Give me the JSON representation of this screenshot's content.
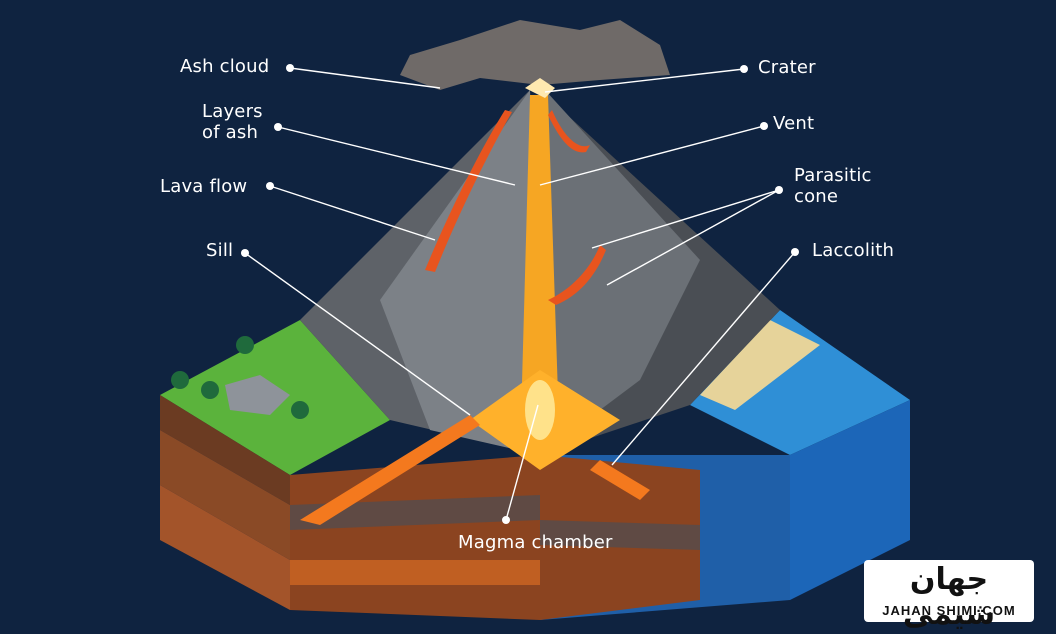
{
  "labels": {
    "ash_cloud": "Ash cloud",
    "layers_of_ash": "Layers\nof ash",
    "lava_flow": "Lava flow",
    "sill": "Sill",
    "crater": "Crater",
    "vent": "Vent",
    "parasitic_cone": "Parasitic\ncone",
    "laccolith": "Laccolith",
    "magma_chamber": "Magma chamber"
  },
  "watermark": {
    "persian": "جهان شیمی",
    "latin": "JAHAN SHIMI.COM"
  }
}
